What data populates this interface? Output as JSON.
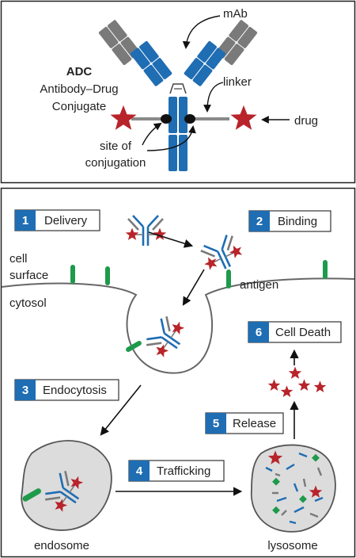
{
  "top": {
    "abbr": "ADC",
    "line1": "Antibody–Drug",
    "line2": "Conjugate",
    "mab": "mAb",
    "linker": "linker",
    "drug": "drug",
    "site_line1": "site of",
    "site_line2": "conjugation"
  },
  "labels": {
    "cell": "cell",
    "surface": "surface",
    "cytosol": "cytosol",
    "antigen": "antigen",
    "endosome": "endosome",
    "lysosome": "lysosome"
  },
  "steps": [
    {
      "num": "1",
      "label": "Delivery"
    },
    {
      "num": "2",
      "label": "Binding"
    },
    {
      "num": "3",
      "label": "Endocytosis"
    },
    {
      "num": "4",
      "label": "Trafficking"
    },
    {
      "num": "5",
      "label": "Release"
    },
    {
      "num": "6",
      "label": "Cell Death"
    }
  ],
  "colors": {
    "antibody_blue": "#1f6db3",
    "antibody_gray": "#7a7a7a",
    "drug_red": "#b8242a",
    "antigen_green": "#1e9a4b",
    "compartment_fill": "#dcdcdc",
    "membrane": "#666666"
  }
}
